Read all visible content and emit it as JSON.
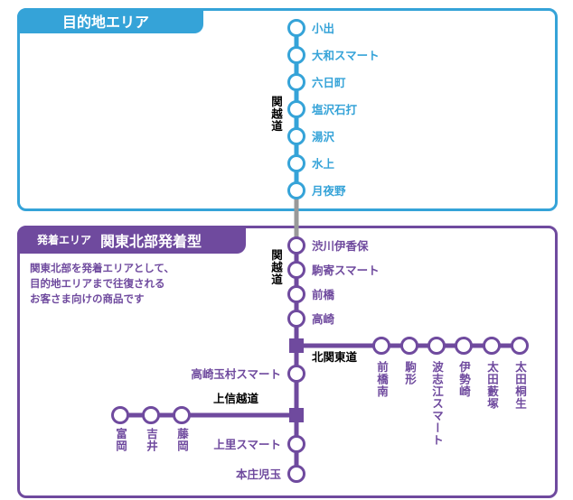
{
  "destination_area": {
    "title": "目的地エリア",
    "road": "関越道",
    "stations": [
      "小出",
      "大和スマート",
      "六日町",
      "塩沢石打",
      "湯沢",
      "水上",
      "月夜野"
    ]
  },
  "departure_area": {
    "label": "発着エリア",
    "title": "関東北部発着型",
    "description": [
      "関東北部を発着エリアとして、",
      "目的地エリアまで往復される",
      "お客さま向けの商品です"
    ],
    "road": "関越道",
    "main_stations_upper": [
      "渋川伊香保",
      "駒寄スマート",
      "前橋",
      "高崎"
    ],
    "main_stations_lower_a": [
      "高崎玉村スマート"
    ],
    "main_stations_lower_b": [
      "上里スマート",
      "本庄児玉"
    ],
    "kitakanto": {
      "road": "北関東道",
      "stations": [
        "前橋南",
        "駒形",
        "波志江スマート",
        "伊勢崎",
        "太田藪塚",
        "太田桐生"
      ]
    },
    "joshinetsu": {
      "road": "上信越道",
      "stations": [
        "富岡",
        "吉井",
        "藤岡"
      ]
    }
  },
  "colors": {
    "blue": "#35a3d8",
    "purple": "#6f4a9e",
    "connector": "#999999"
  }
}
